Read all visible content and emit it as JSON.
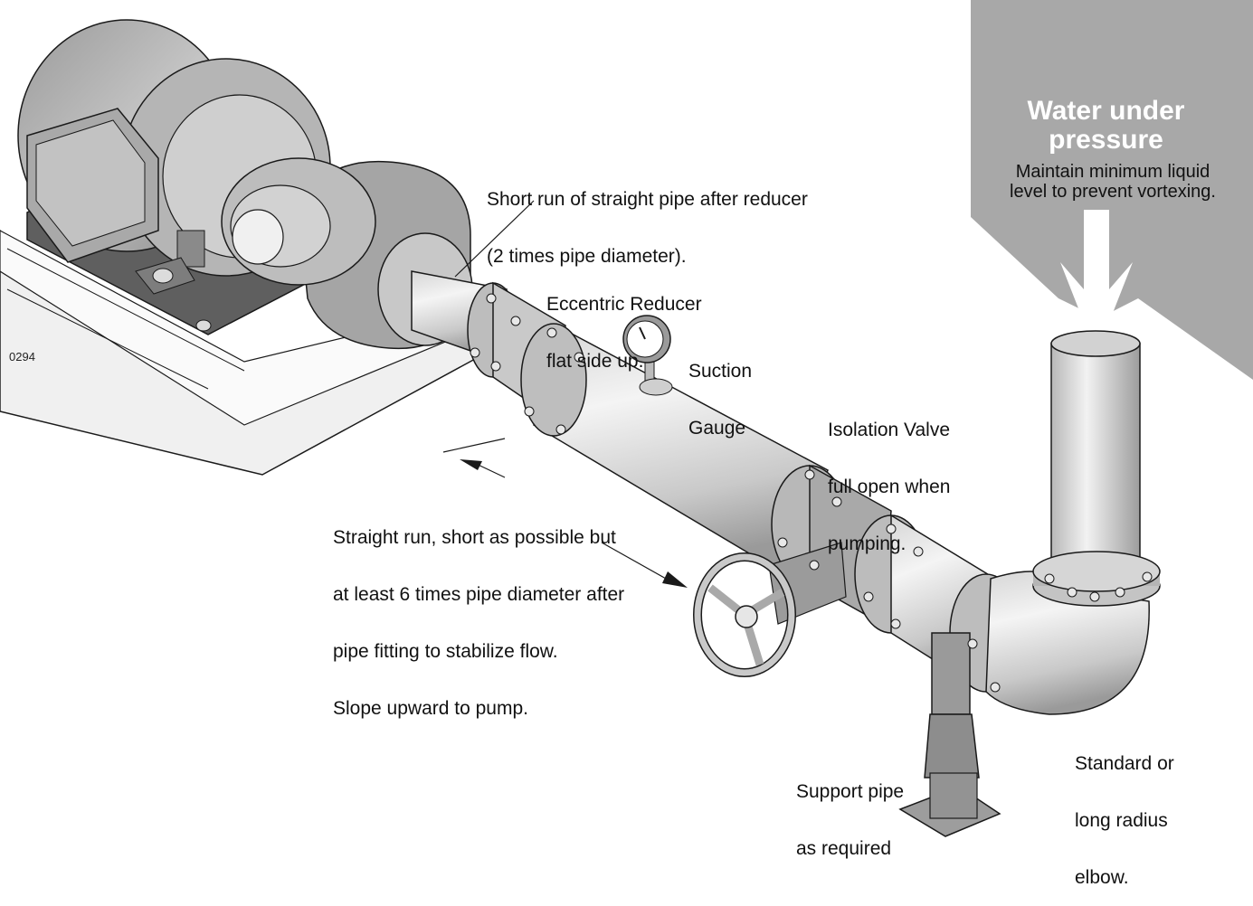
{
  "figure_code": "0294",
  "water_box": {
    "title_line1": "Water under",
    "title_line2": "pressure",
    "note_line1": "Maintain minimum liquid",
    "note_line2": "level to prevent vortexing."
  },
  "labels": {
    "straight_after_reducer": [
      "Short run of straight pipe after reducer",
      "(2 times pipe diameter)."
    ],
    "eccentric_reducer": [
      "Eccentric Reducer",
      "flat side up."
    ],
    "suction_gauge": [
      "Suction",
      "Gauge"
    ],
    "isolation_valve": [
      "Isolation Valve",
      "full open when",
      "pumping."
    ],
    "straight_run": [
      "Straight run, short as possible but",
      "at least 6 times pipe diameter after",
      "pipe fitting to stabilize flow.",
      "Slope upward to pump."
    ],
    "support_pipe": [
      "Support pipe",
      "as required"
    ],
    "elbow": [
      "Standard or",
      "long radius",
      "elbow."
    ]
  },
  "colors": {
    "water_box": "#a8a8a8",
    "metal_light": "#e6e6e6",
    "metal_mid": "#bdbdbd",
    "metal_dark": "#8c8c8c",
    "outline": "#1a1a1a"
  }
}
